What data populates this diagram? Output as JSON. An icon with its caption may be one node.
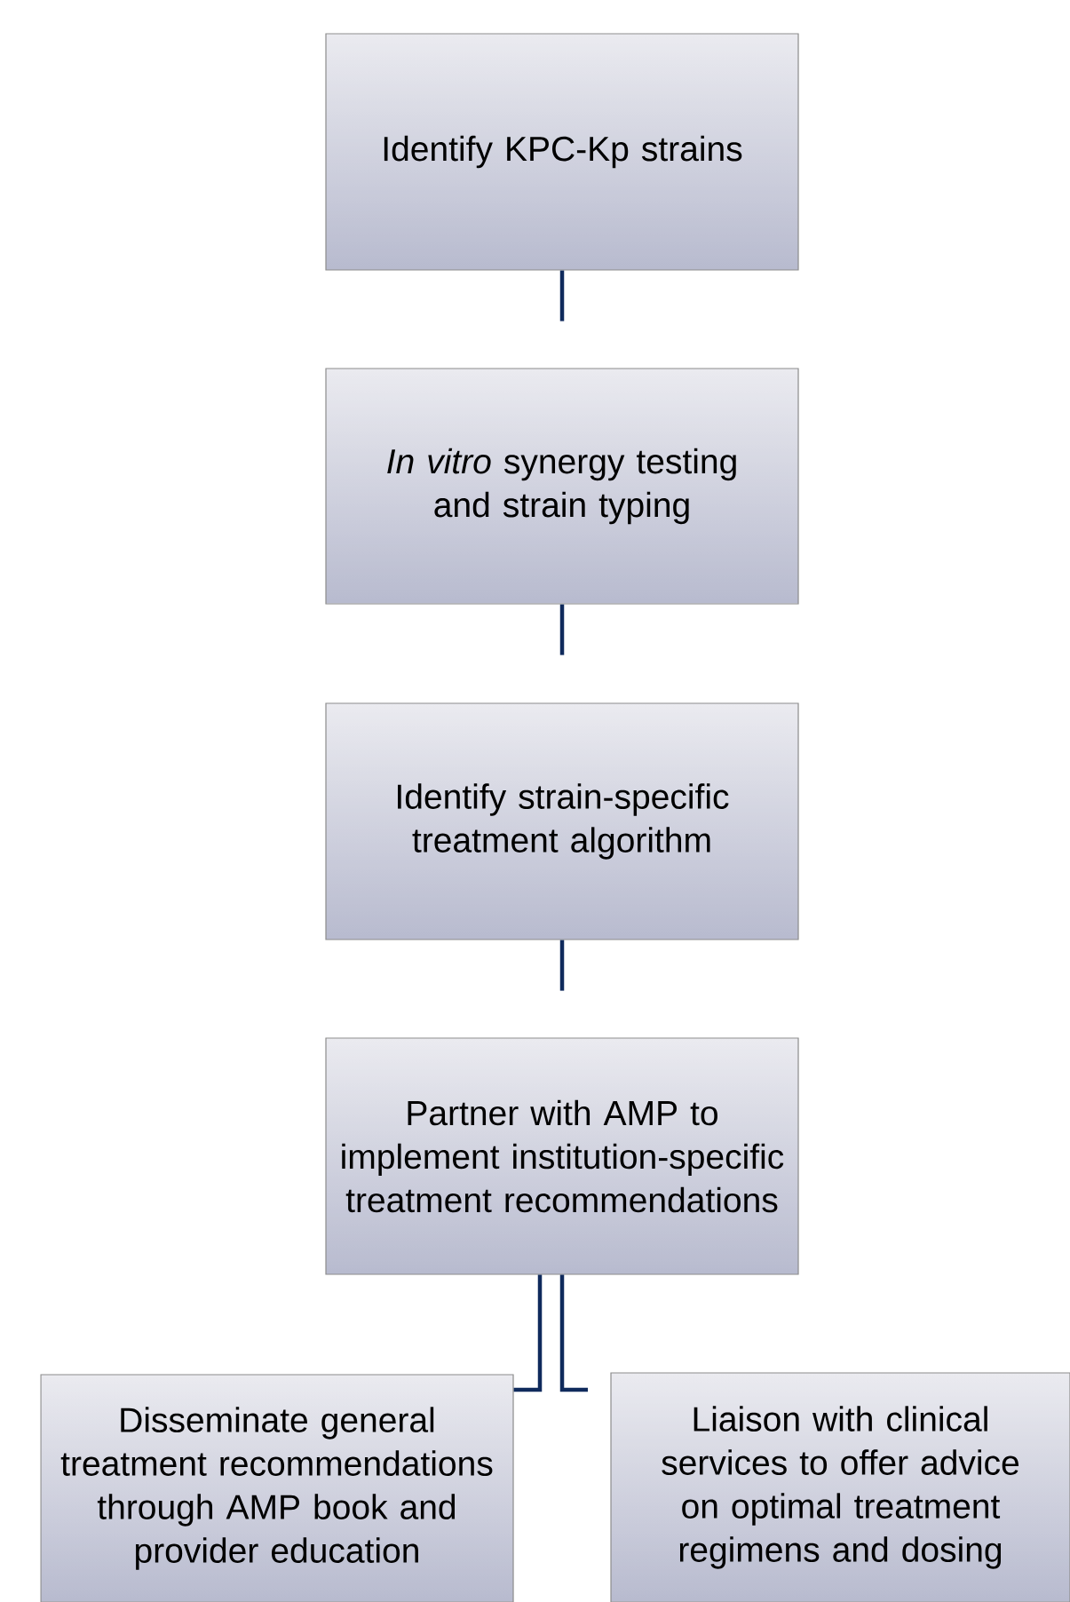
{
  "diagram": {
    "nodes": [
      {
        "text": [
          "Identify KPC-Kp strains"
        ]
      },
      {
        "text": [
          "*In vitro* synergy testing and strain typing"
        ]
      },
      {
        "text": [
          "Identify strain-specific treatment algorithm"
        ]
      },
      {
        "text": [
          "Partner with AMP to implement institution-specific treatment recommendations"
        ]
      },
      {
        "text": [
          "Disseminate general treatment recommendations through AMP book and provider education"
        ]
      },
      {
        "text": [
          "Liaison with clinical services to offer advice on optimal treatment regimens and dosing"
        ]
      }
    ],
    "edges": [
      {
        "from": 0,
        "to": null,
        "arrow": "none"
      },
      {
        "from": 1,
        "to": null,
        "arrow": "none"
      },
      {
        "from": 2,
        "to": null,
        "arrow": "none"
      },
      {
        "from": 3,
        "to": 4,
        "arrow": "none"
      },
      {
        "from": 3,
        "to": null,
        "arrow": "none"
      }
    ]
  }
}
